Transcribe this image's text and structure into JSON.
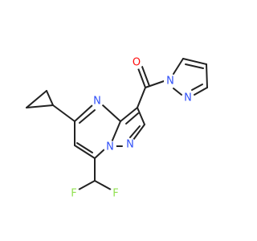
{
  "molecule": {
    "atoms": [
      {
        "symbol": "O",
        "color": "#ff0d0d"
      },
      {
        "symbol": "N",
        "color": "#3050f8"
      },
      {
        "symbol": "N",
        "color": "#3050f8"
      },
      {
        "symbol": "N",
        "color": "#3050f8"
      },
      {
        "symbol": "N",
        "color": "#3050f8"
      },
      {
        "symbol": "N",
        "color": "#3050f8"
      },
      {
        "symbol": "F",
        "color": "#90e050"
      },
      {
        "symbol": "F",
        "color": "#90e050"
      }
    ],
    "bond_color": "#222222"
  }
}
